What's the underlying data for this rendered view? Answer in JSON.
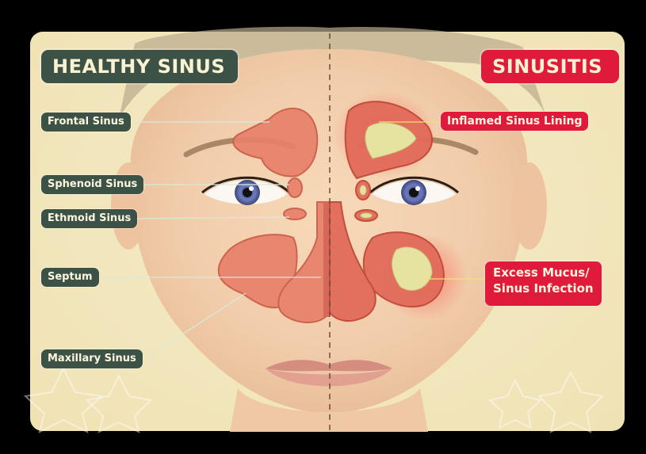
{
  "left_title": "HEALTHY SINUS",
  "right_title": "SINUSITIS",
  "healthy_labels": {
    "frontal": "Frontal Sinus",
    "sphenoid": "Sphenoid Sinus",
    "ethmoid": "Ethmoid Sinus",
    "septum": "Septum",
    "maxillary": "Maxillary Sinus"
  },
  "sinusitis_labels": {
    "inflamed": "Inflamed Sinus Lining",
    "mucus_line1": "Excess Mucus/",
    "mucus_line2": "Sinus Infection"
  },
  "colors": {
    "healthy_badge": "#3c5246",
    "sinusitis_badge": "#e01a3a",
    "sinus_fill": "#e8806a",
    "mucus": "#e6e2a0",
    "background": "#f2e6bd"
  }
}
